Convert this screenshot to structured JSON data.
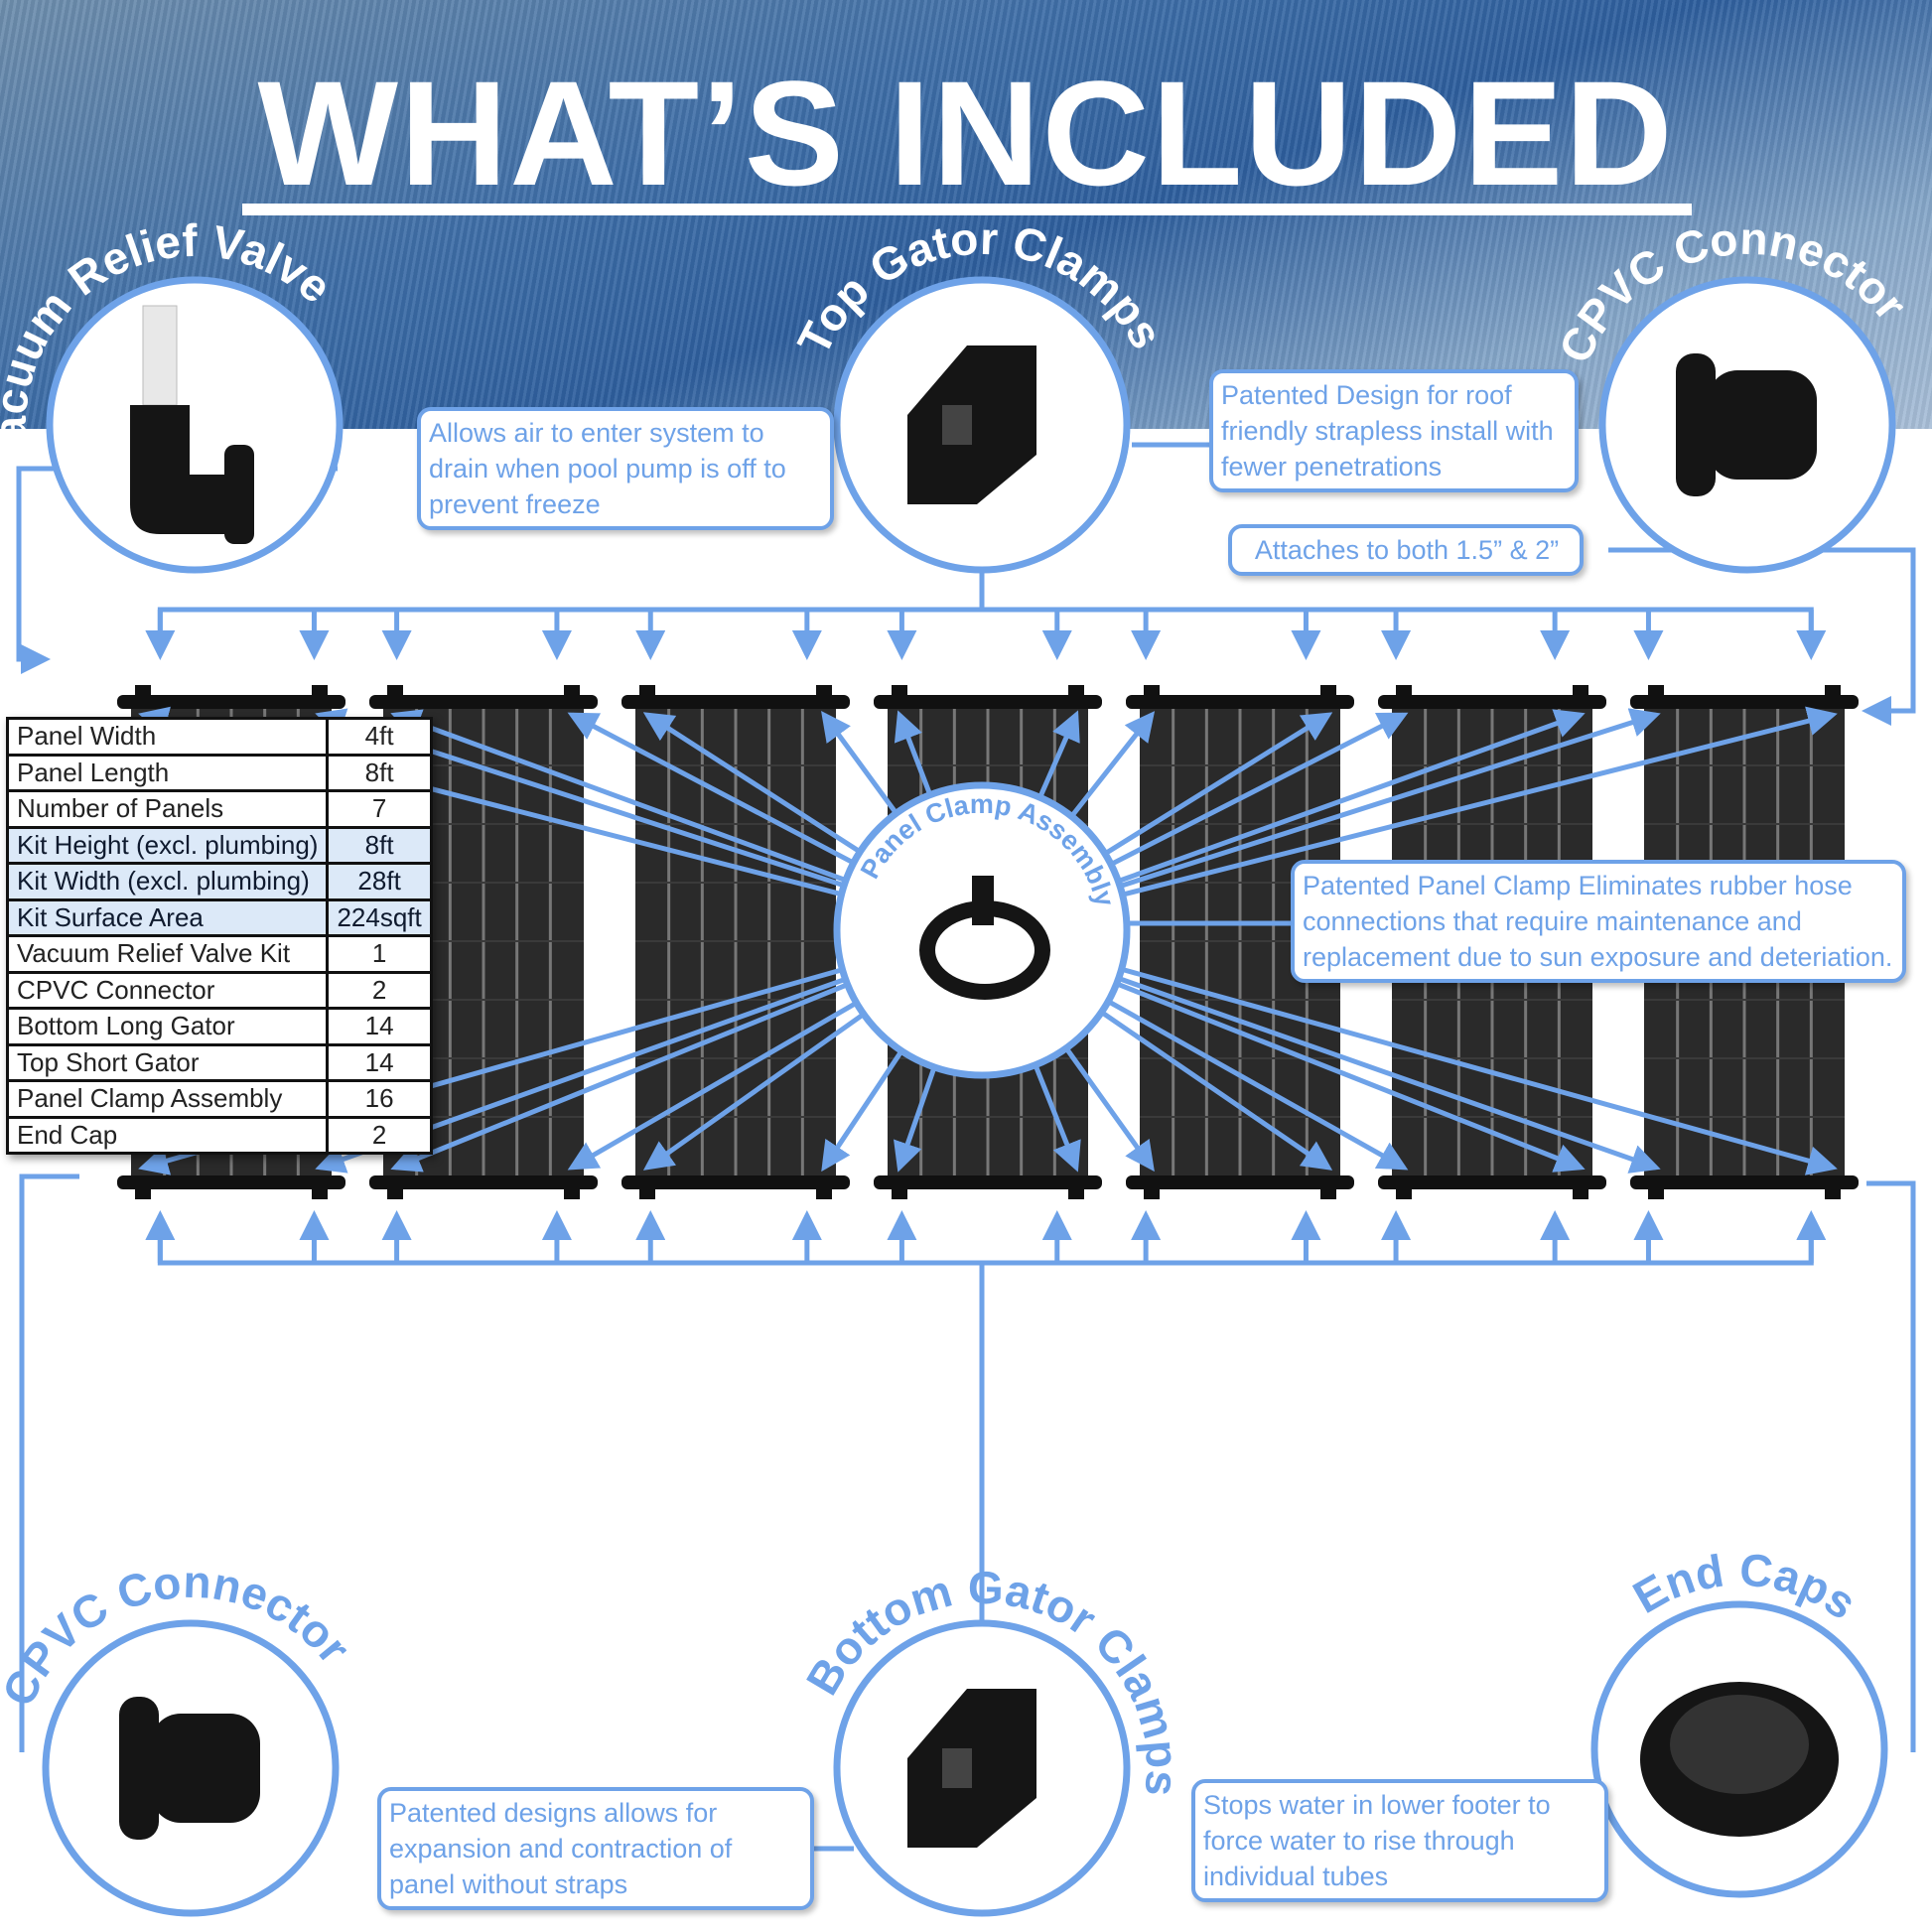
{
  "title": "WHAT’S INCLUDED",
  "colors": {
    "accent": "#6ea2e8",
    "header_blue": "#2e5f9e"
  },
  "components": {
    "vacuum_relief_valve": {
      "label": "Vacuum Relief Valve",
      "description": "Allows air to enter system to drain when pool pump is off to prevent freeze"
    },
    "top_gator_clamps": {
      "label": "Top Gator Clamps",
      "description": "Patented Design for roof friendly strapless install with fewer penetrations"
    },
    "cpvc_connector_top": {
      "label": "CPVC Connector",
      "description": "Attaches to both 1.5” & 2”"
    },
    "panel_clamp_assembly": {
      "label": "Panel Clamp Assembly",
      "description": "Patented Panel Clamp Eliminates rubber hose connections that require maintenance and replacement due to sun exposure and deteriation."
    },
    "cpvc_connector_bottom": {
      "label": "CPVC Connector"
    },
    "bottom_gator_clamps": {
      "label": "Bottom Gator Clamps",
      "description": "Patented designs allows for expansion and contraction of panel without straps"
    },
    "end_caps": {
      "label": "End Caps",
      "description": "Stops water in lower footer to force water to rise through individual tubes"
    }
  },
  "specs": [
    {
      "label": "Panel Width",
      "value": "4ft",
      "highlight": false
    },
    {
      "label": "Panel Length",
      "value": "8ft",
      "highlight": false
    },
    {
      "label": "Number of Panels",
      "value": "7",
      "highlight": false
    },
    {
      "label": "Kit Height (excl. plumbing)",
      "value": "8ft",
      "highlight": true
    },
    {
      "label": "Kit Width (excl. plumbing)",
      "value": "28ft",
      "highlight": true
    },
    {
      "label": "Kit Surface Area",
      "value": "224sqft",
      "highlight": true
    },
    {
      "label": "Vacuum Relief Valve Kit",
      "value": "1",
      "highlight": false
    },
    {
      "label": "CPVC Connector",
      "value": "2",
      "highlight": false
    },
    {
      "label": "Bottom Long Gator",
      "value": "14",
      "highlight": false
    },
    {
      "label": "Top Short Gator",
      "value": "14",
      "highlight": false
    },
    {
      "label": "Panel Clamp Assembly",
      "value": "16",
      "highlight": false
    },
    {
      "label": "End Cap",
      "value": "2",
      "highlight": false
    }
  ],
  "panel_count": 7
}
